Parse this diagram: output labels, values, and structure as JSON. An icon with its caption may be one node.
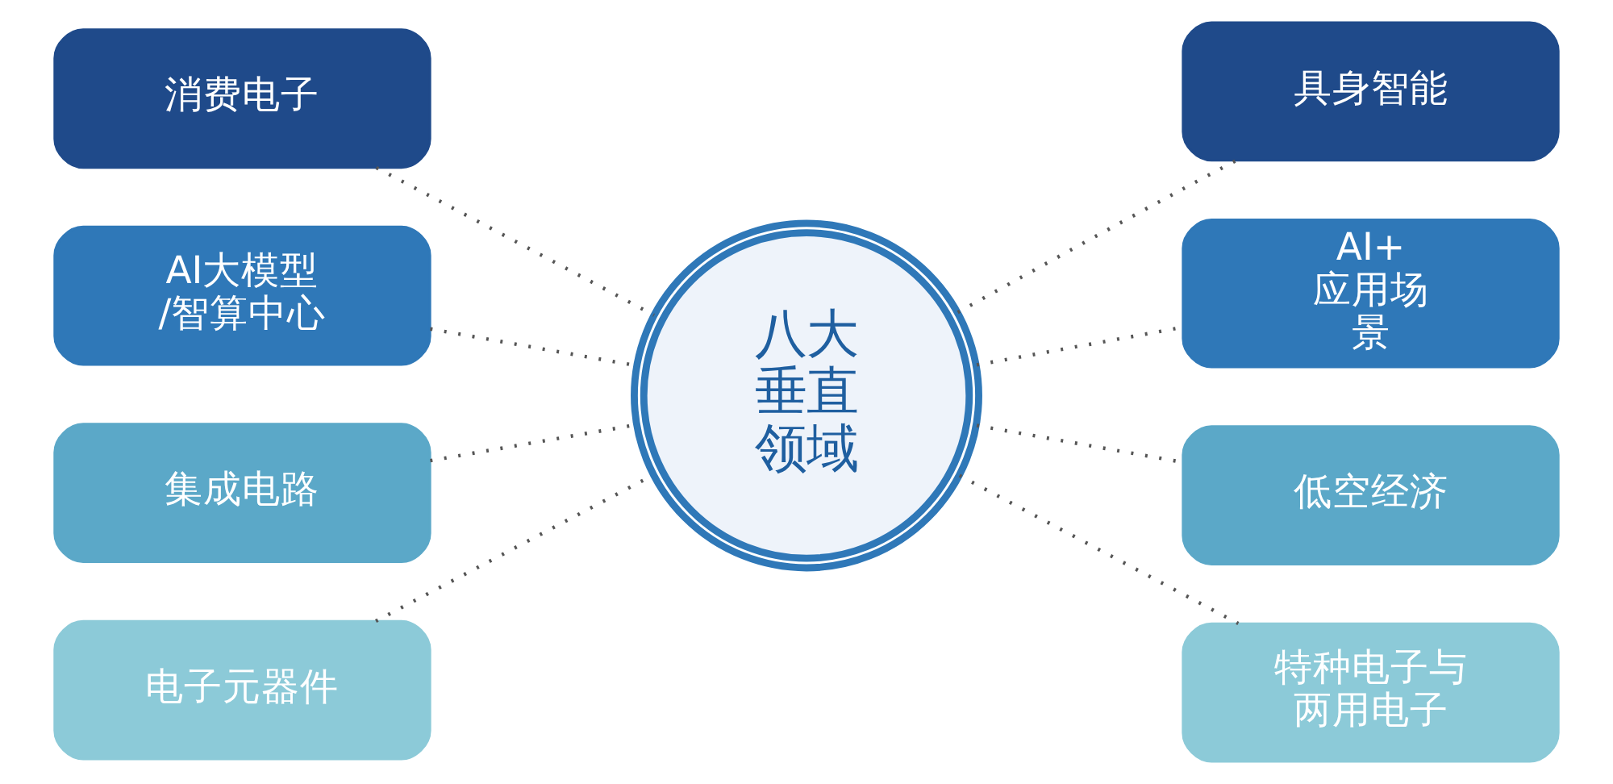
{
  "diagram": {
    "nodes": [
      {
        "text": [
          "消费电子"
        ]
      },
      {
        "text": [
          "具身智能"
        ]
      },
      {
        "text": [
          "AI大模型/智算中心"
        ]
      },
      {
        "text": [
          "AI+应用场景"
        ]
      },
      {
        "text": [
          "八大垂直领域"
        ]
      },
      {
        "text": [
          "集成电路"
        ]
      },
      {
        "text": [
          "低空经济"
        ]
      },
      {
        "text": [
          "电子元器件"
        ]
      },
      {
        "text": [
          "特种电子与两用电子"
        ]
      }
    ],
    "edges": [
      {
        "from": 0,
        "to": 4,
        "arrow": "none",
        "style": "dashed"
      },
      {
        "from": 2,
        "to": 4,
        "arrow": "none",
        "style": "dashed"
      },
      {
        "from": 5,
        "to": 4,
        "arrow": "none",
        "style": "dashed"
      },
      {
        "from": 7,
        "to": 4,
        "arrow": "none",
        "style": "dashed"
      },
      {
        "from": 4,
        "to": 1,
        "arrow": "none",
        "style": "dashed"
      },
      {
        "from": 4,
        "to": 3,
        "arrow": "none",
        "style": "dashed"
      },
      {
        "from": 4,
        "to": 6,
        "arrow": "none",
        "style": "dashed"
      },
      {
        "from": 4,
        "to": 8,
        "arrow": "none",
        "style": "dashed"
      }
    ]
  }
}
